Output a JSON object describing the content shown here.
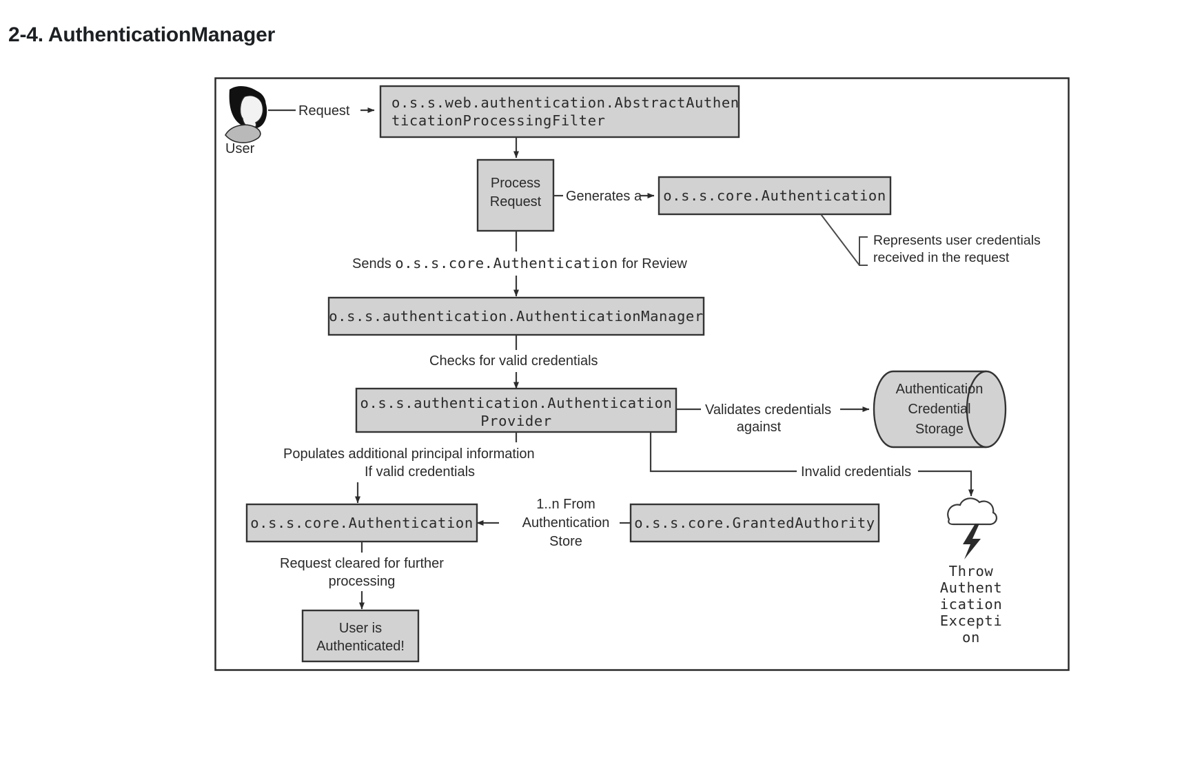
{
  "page": {
    "title": "2-4. AuthenticationManager"
  },
  "diagram": {
    "type": "flowchart",
    "actor": {
      "label": "User",
      "icon": "user-head-icon"
    },
    "nodes": {
      "filter": {
        "line1": "o.s.s.web.authentication.AbstractAuthen",
        "line2": "ticationProcessingFilter"
      },
      "process_request": {
        "line1": "Process",
        "line2": "Request"
      },
      "core_auth_top": {
        "line1": "o.s.s.core.Authentication"
      },
      "auth_manager": {
        "line1": "o.s.s.authentication.AuthenticationManager"
      },
      "auth_provider": {
        "line1": "o.s.s.authentication.Authentication",
        "line2": "Provider"
      },
      "credential_storage": {
        "line1": "Authentication",
        "line2": "Credential",
        "line3": "Storage"
      },
      "core_auth_bottom": {
        "line1": "o.s.s.core.Authentication"
      },
      "granted_authority": {
        "line1": "o.s.s.core.GrantedAuthority"
      },
      "user_authenticated": {
        "line1": "User is",
        "line2": "Authenticated!"
      }
    },
    "edge_labels": {
      "request": "Request",
      "generates_a": "Generates a",
      "sends_prefix": "Sends ",
      "sends_mono": "o.s.s.core.Authentication",
      "sends_suffix": " for Review",
      "checks_valid": "Checks for valid credentials",
      "validates_line1": "Validates credentials",
      "validates_line2": "against",
      "populates_line1": "Populates additional principal information",
      "populates_line2": "If valid credentials",
      "invalid_credentials": "Invalid credentials",
      "from_store_line1": "1..n From",
      "from_store_line2": "Authentication",
      "from_store_line3": "Store",
      "request_cleared_line1": "Request cleared for further",
      "request_cleared_line2": "processing"
    },
    "annotations": {
      "represents_line1": "Represents user credentials",
      "represents_line2": "received in the request"
    },
    "exception": {
      "icon": "lightning-cloud-icon",
      "line1": "Throw",
      "line2": "Authent",
      "line3": "ication",
      "line4": "Excepti",
      "line5": "on"
    },
    "colors": {
      "box_fill": "#d2d2d2",
      "box_stroke": "#333333",
      "frame_stroke": "#2b2b2b",
      "connector": "#3a3a3a",
      "text": "#2a2a2a",
      "background": "#ffffff"
    }
  }
}
